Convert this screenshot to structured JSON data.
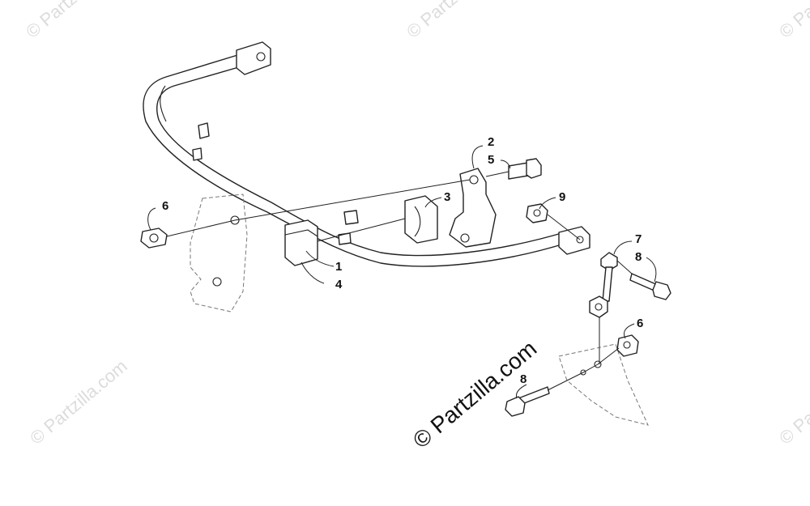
{
  "watermarks": {
    "small": "© Partzilla.com",
    "main": "© Partzilla.com"
  },
  "callouts": [
    {
      "id": "c1",
      "label": "1"
    },
    {
      "id": "c2",
      "label": "2"
    },
    {
      "id": "c3",
      "label": "3"
    },
    {
      "id": "c4",
      "label": "4"
    },
    {
      "id": "c5",
      "label": "5"
    },
    {
      "id": "c6a",
      "label": "6"
    },
    {
      "id": "c6b",
      "label": "6"
    },
    {
      "id": "c7",
      "label": "7"
    },
    {
      "id": "c8a",
      "label": "8"
    },
    {
      "id": "c8b",
      "label": "8"
    },
    {
      "id": "c9",
      "label": "9"
    }
  ],
  "colors": {
    "line": "#222222",
    "dashed": "#777777",
    "watermark": "#dcdcdc",
    "background": "#ffffff"
  }
}
